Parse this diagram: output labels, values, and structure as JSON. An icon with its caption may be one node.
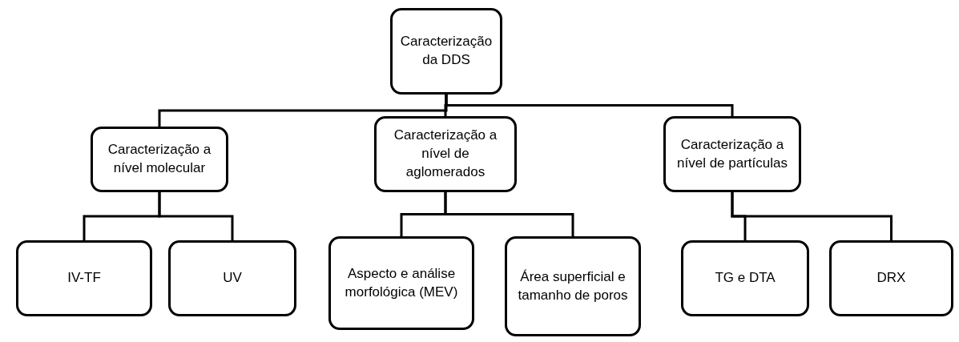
{
  "diagram": {
    "nodes": [
      {
        "text": [
          "Caracterização da DDS"
        ]
      },
      {
        "text": [
          "Caracterização a nível molecular"
        ]
      },
      {
        "text": [
          "Caracterização a nível de aglomerados"
        ]
      },
      {
        "text": [
          "Caracterização a nível de partículas"
        ]
      },
      {
        "text": [
          "IV-TF"
        ]
      },
      {
        "text": [
          "UV"
        ]
      },
      {
        "text": [
          "Aspecto e análise morfológica (MEV)"
        ]
      },
      {
        "text": [
          "Área superficial e tamanho de poros"
        ]
      },
      {
        "text": [
          "TG e DTA"
        ]
      },
      {
        "text": [
          "DRX"
        ]
      }
    ],
    "edges": [
      {
        "from": 0,
        "to": 1,
        "arrow": "none"
      },
      {
        "from": 0,
        "to": 2,
        "arrow": "none"
      },
      {
        "from": 0,
        "to": 3,
        "arrow": "none"
      },
      {
        "from": 1,
        "to": 4,
        "arrow": "none"
      },
      {
        "from": 1,
        "to": 5,
        "arrow": "none"
      },
      {
        "from": 2,
        "to": 6,
        "arrow": "none"
      },
      {
        "from": 2,
        "to": 7,
        "arrow": "none"
      },
      {
        "from": 3,
        "to": 8,
        "arrow": "none"
      },
      {
        "from": 3,
        "to": 9,
        "arrow": "none"
      }
    ]
  }
}
